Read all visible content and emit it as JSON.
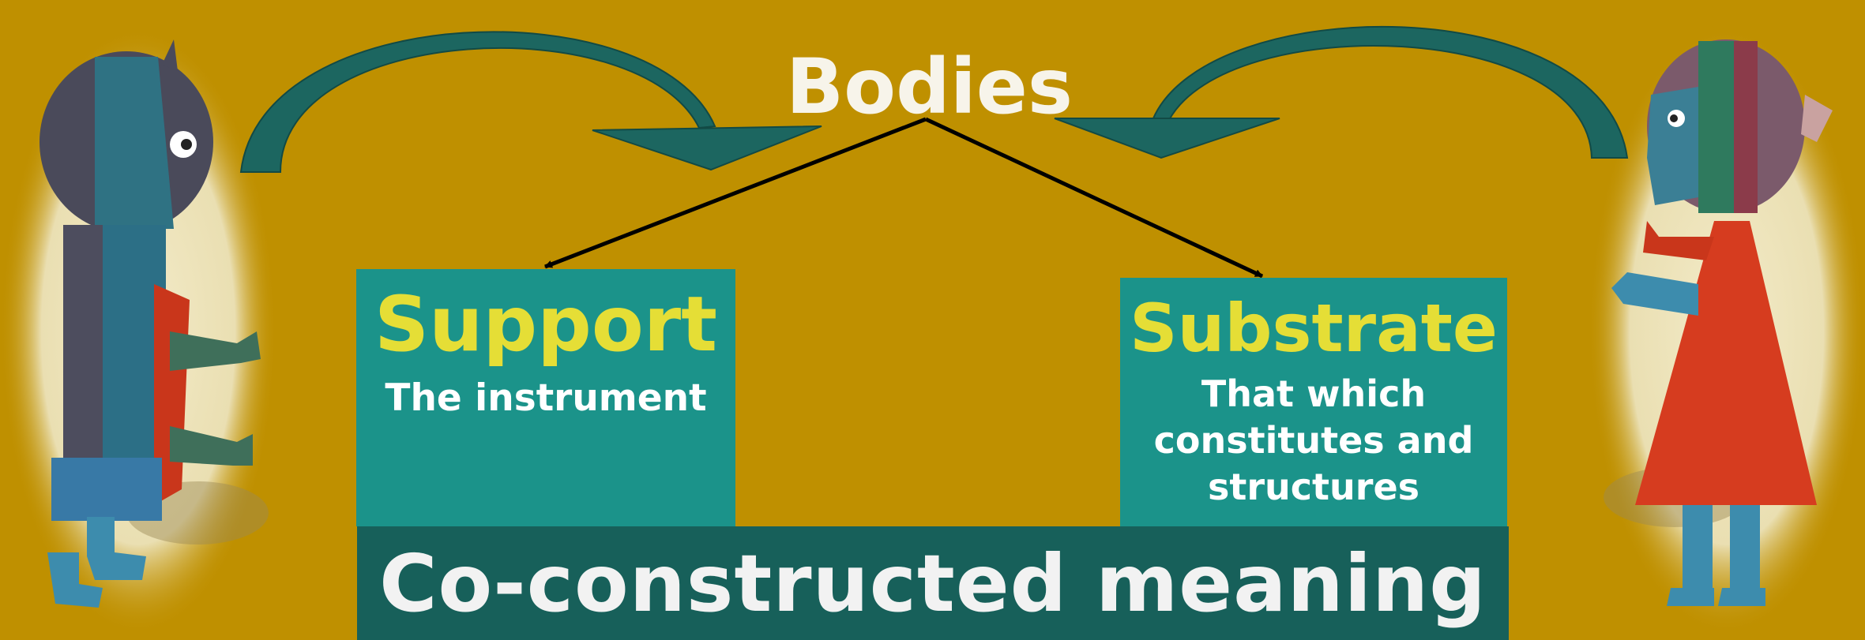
{
  "colors": {
    "background": "#BF9000",
    "box_teal": "#1B938A",
    "bar_dark_teal": "#17605A",
    "curved_arrow": "#1C6660",
    "title_yellow": "#E5DE36",
    "text_white": "#FFFFFF",
    "arrow_line": "#000000"
  },
  "top_label": "Bodies",
  "support": {
    "title": "Support",
    "subtitle": "The instrument"
  },
  "substrate": {
    "title": "Substrate",
    "subtitle": "That which constitutes and structures"
  },
  "bottom_bar": "Co-constructed meaning",
  "figures": {
    "left": "paper-cutout-boy-figure",
    "right": "paper-cutout-girl-figure"
  },
  "icons": [
    "curved-arrow-left",
    "curved-arrow-right"
  ]
}
